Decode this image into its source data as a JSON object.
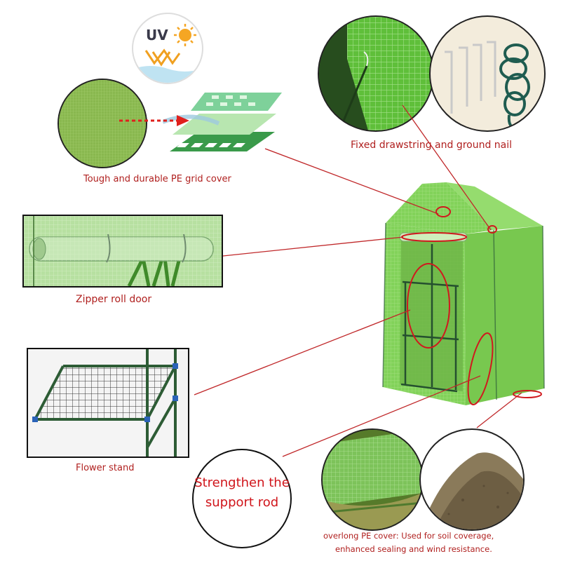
{
  "callouts": {
    "uv_badge": "UV",
    "pe_grid_cover": "Tough and durable PE grid cover",
    "drawstring_nail": "Fixed drawstring and ground nail",
    "zipper_door": "Zipper roll door",
    "flower_stand": "Flower stand",
    "support_rod_line1": "Strengthen the",
    "support_rod_line2": "support rod",
    "overlong_cover_line1": "overlong PE cover:  Used for soil coverage,",
    "overlong_cover_line2": "enhanced sealing and wind resistance."
  },
  "colors": {
    "caption": "#b0201f",
    "leader_line": "#c0282a",
    "greenhouse_green": "#7fcf5a",
    "frame_green": "#2e5e3a"
  }
}
